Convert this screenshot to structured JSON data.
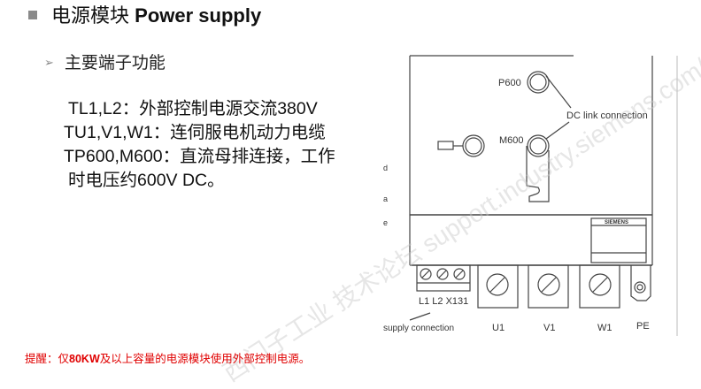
{
  "title": {
    "cn": "电源模块",
    "en": "Power supply"
  },
  "subtitle": "主要端子功能",
  "lines": [
    "TL1,L2：外部控制电源交流380V",
    "TU1,V1,W1：连伺服电机动力电缆",
    "TP600,M600：直流母排连接，工作",
    "时电压约600V DC。"
  ],
  "diagram": {
    "p600": "P600",
    "m600": "M600",
    "dc_link": "DC link connection",
    "brand": "SIEMENS",
    "terminals_small": "L1 L2 X131",
    "supply": "supply connection",
    "u1": "U1",
    "v1": "V1",
    "w1": "W1",
    "pe": "PE",
    "side_letters": [
      "d",
      "a",
      "e"
    ]
  },
  "watermark": "西门子工业 技术论坛 support.industry.siemens.com/cs",
  "note": {
    "prefix": "提醒：仅",
    "bold": "80KW",
    "suffix": "及以上容量的电源模块使用外部控制电源。"
  }
}
